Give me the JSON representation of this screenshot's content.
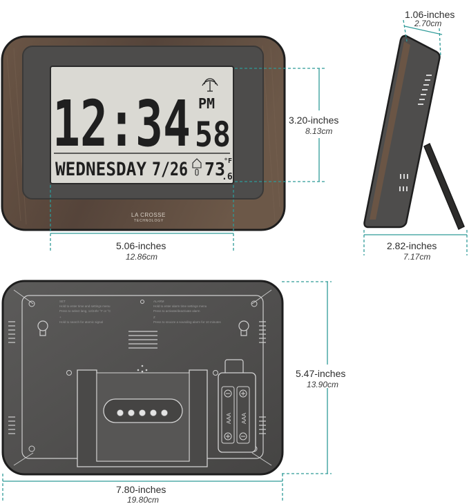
{
  "display": {
    "time": "12:34",
    "ampm": "PM",
    "seconds": "58",
    "weekday": "WEDNESDAY",
    "date": "7/26",
    "temp_whole": "73",
    "temp_decimal": ".6",
    "temp_unit": "°F"
  },
  "brand": {
    "name": "LA CROSSE",
    "tagline": "TECHNOLOGY"
  },
  "back_panel": {
    "set_title": "SET",
    "set_line1": "Hold to enter time and settings menu",
    "set_line2": "Press to select lang, 12/24hr °F or °C",
    "up_title": "+",
    "up_line1": "Hold to search for atomic signal",
    "alarm_title": "ALARM",
    "alarm_line1": "Hold to enter alarm time settings menu",
    "alarm_line2": "Press to activate/deactivate alarm",
    "down_title": "Z",
    "down_line1": "Press to snooze a sounding alarm for 10 minutes",
    "battery_label_1": "AAA",
    "battery_label_2": "AAA"
  },
  "dimensions": {
    "display_height": {
      "value": "3.20-inches",
      "metric": "8.13cm"
    },
    "display_width": {
      "value": "5.06-inches",
      "metric": "12.86cm"
    },
    "depth": {
      "value": "1.06-inches",
      "metric": "2.70cm"
    },
    "stand_depth": {
      "value": "2.82-inches",
      "metric": "7.17cm"
    },
    "back_height": {
      "value": "5.47-inches",
      "metric": "13.90cm"
    },
    "back_width": {
      "value": "7.80-inches",
      "metric": "19.80cm"
    }
  },
  "colors": {
    "wood": "#5d4a3c",
    "bezel": "#4c4b4a",
    "lcd": "#d9d8d2",
    "dimension_line": "#2e9a98",
    "back_case": "#4f4e4d"
  }
}
